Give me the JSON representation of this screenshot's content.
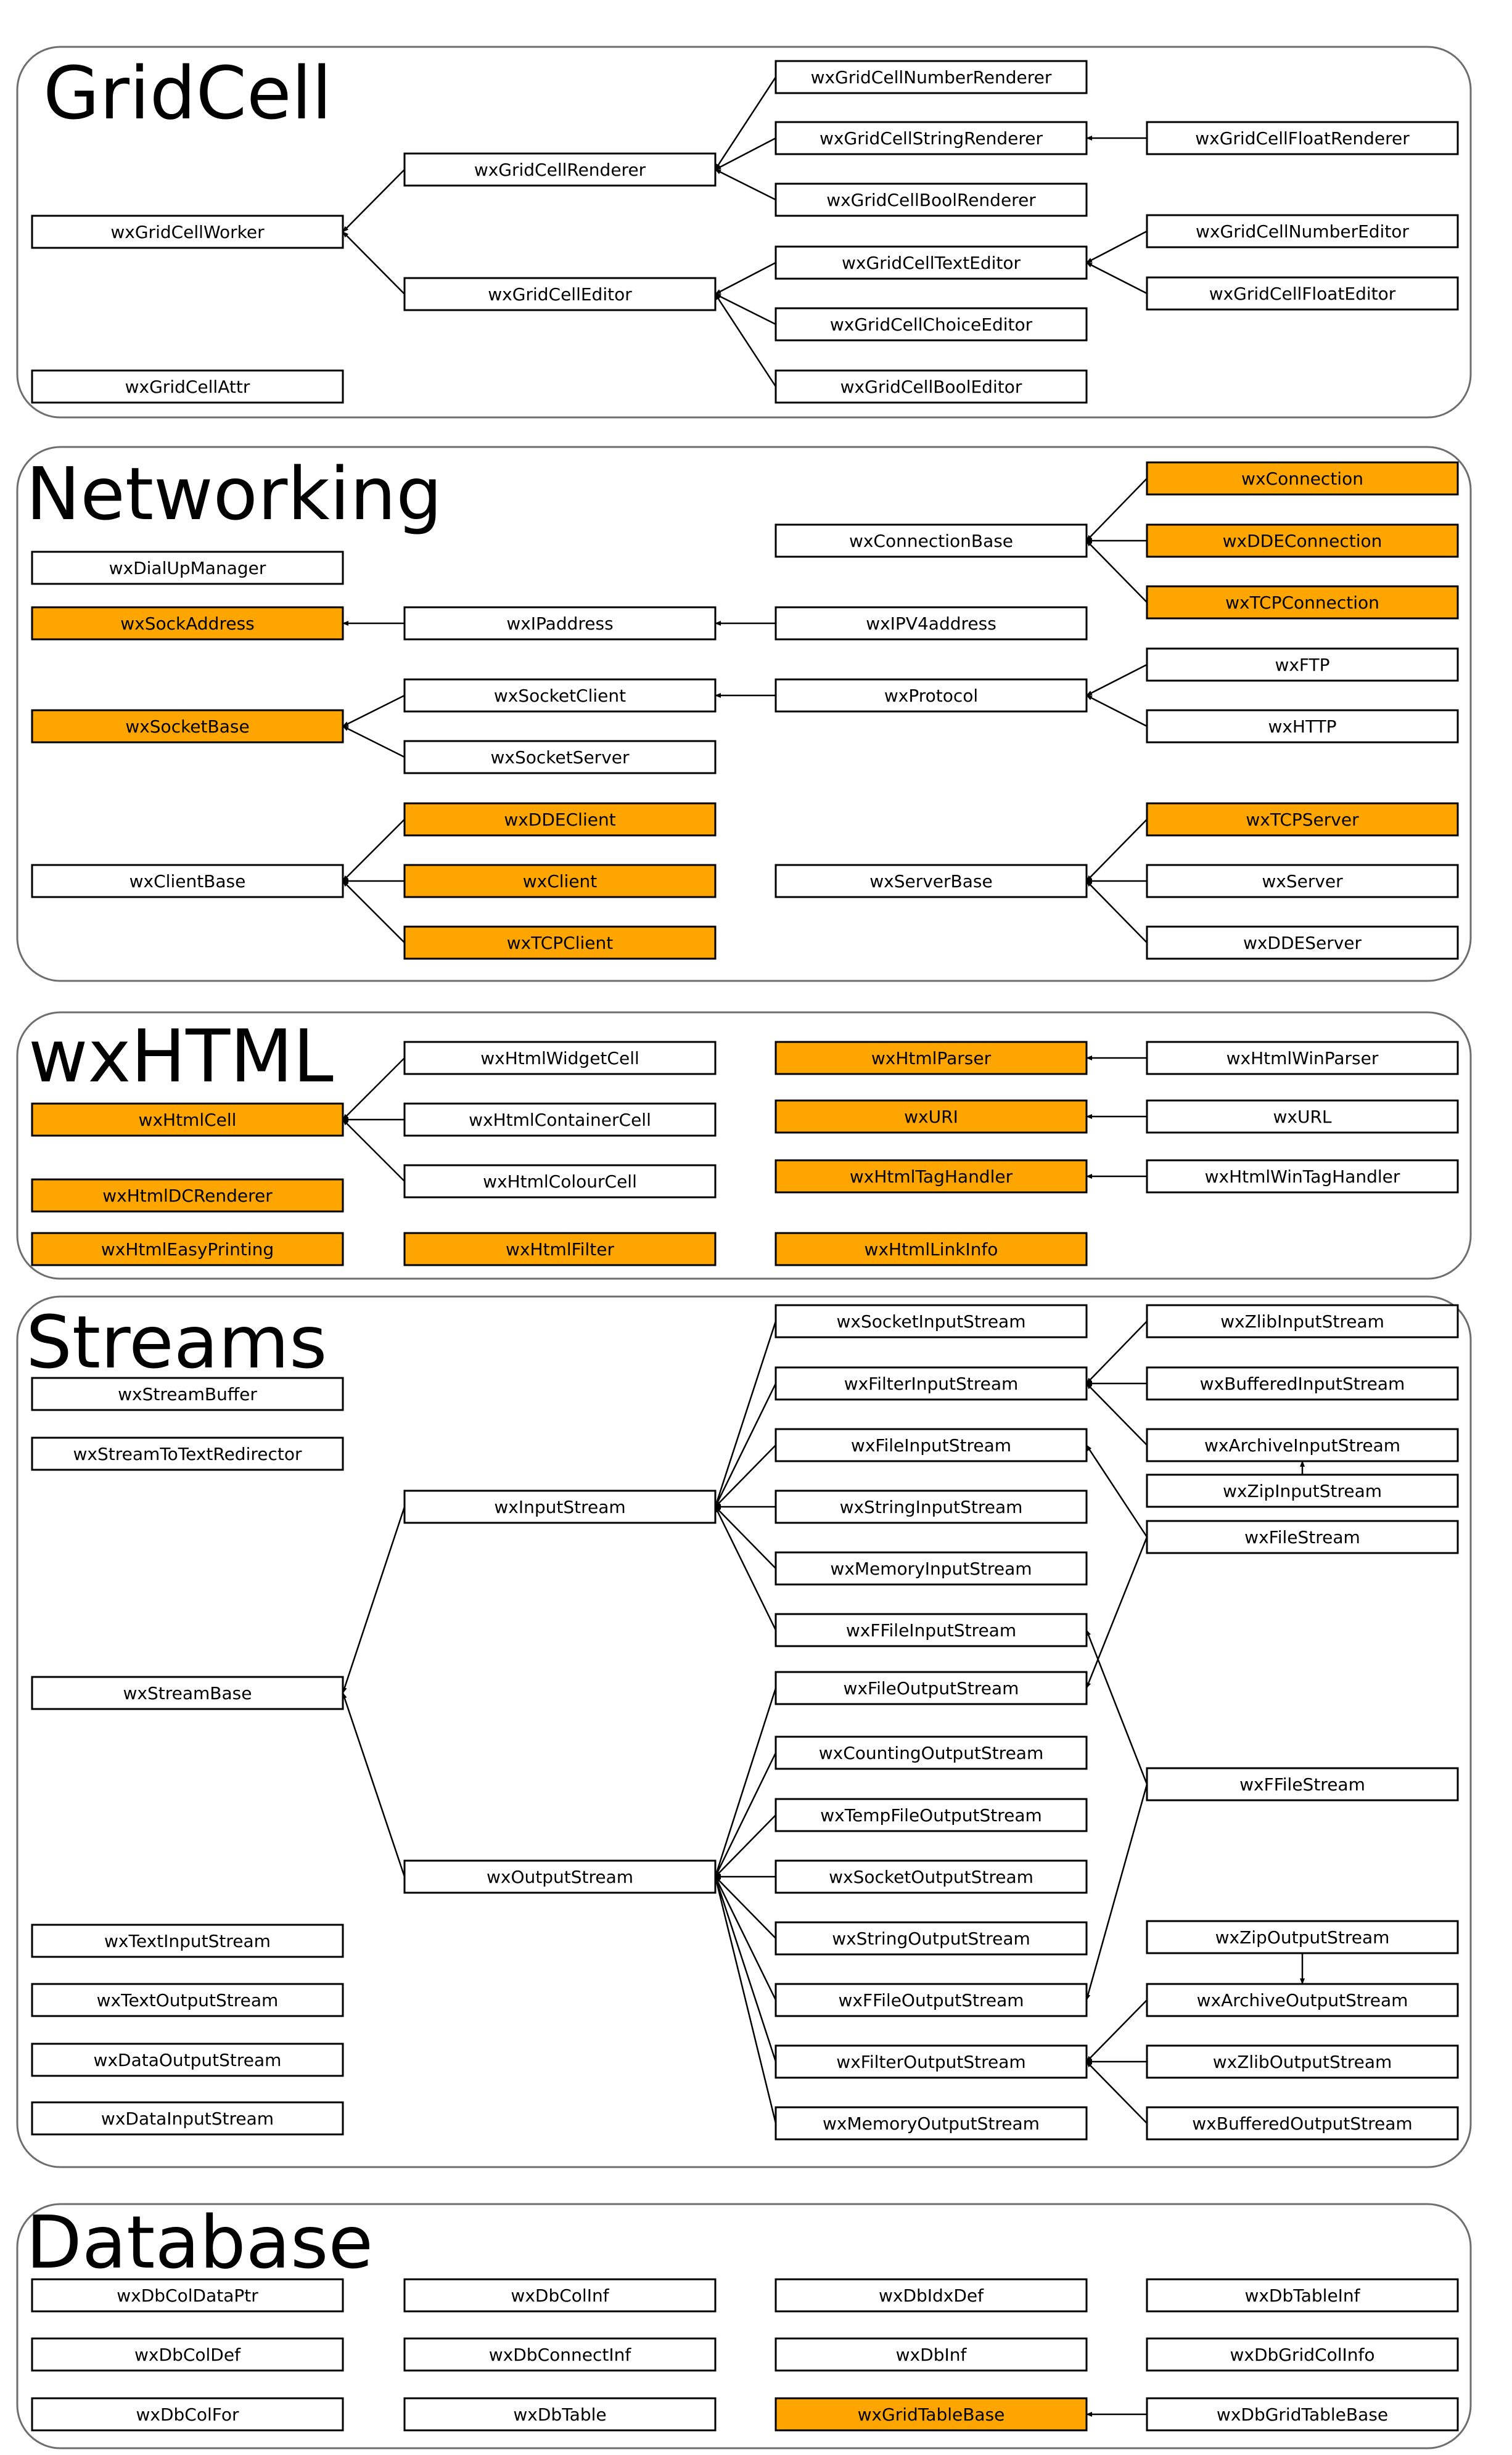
{
  "colors": {
    "highlight": "#FFA500",
    "plain": "#FFFFFF",
    "stroke": "#000000",
    "panel_stroke": "#6e6e6e"
  },
  "sections": [
    {
      "id": "gridcell",
      "title": "GridCell",
      "nodes": [
        {
          "id": "wxGridCellNumberRenderer",
          "label": "wxGridCellNumberRenderer",
          "hl": false
        },
        {
          "id": "wxGridCellRenderer",
          "label": "wxGridCellRenderer",
          "hl": false
        },
        {
          "id": "wxGridCellStringRenderer",
          "label": "wxGridCellStringRenderer",
          "hl": false
        },
        {
          "id": "wxGridCellFloatRenderer",
          "label": "wxGridCellFloatRenderer",
          "hl": false
        },
        {
          "id": "wxGridCellBoolRenderer",
          "label": "wxGridCellBoolRenderer",
          "hl": false
        },
        {
          "id": "wxGridCellWorker",
          "label": "wxGridCellWorker",
          "hl": false
        },
        {
          "id": "wxGridCellNumberEditor",
          "label": "wxGridCellNumberEditor",
          "hl": false
        },
        {
          "id": "wxGridCellTextEditor",
          "label": "wxGridCellTextEditor",
          "hl": false
        },
        {
          "id": "wxGridCellEditor",
          "label": "wxGridCellEditor",
          "hl": false
        },
        {
          "id": "wxGridCellFloatEditor",
          "label": "wxGridCellFloatEditor",
          "hl": false
        },
        {
          "id": "wxGridCellChoiceEditor",
          "label": "wxGridCellChoiceEditor",
          "hl": false
        },
        {
          "id": "wxGridCellAttr",
          "label": "wxGridCellAttr",
          "hl": false
        },
        {
          "id": "wxGridCellBoolEditor",
          "label": "wxGridCellBoolEditor",
          "hl": false
        }
      ]
    },
    {
      "id": "networking",
      "title": "Networking",
      "nodes": [
        {
          "id": "wxConnection",
          "label": "wxConnection",
          "hl": true
        },
        {
          "id": "wxConnectionBase",
          "label": "wxConnectionBase",
          "hl": false
        },
        {
          "id": "wxDDEConnection",
          "label": "wxDDEConnection",
          "hl": true
        },
        {
          "id": "wxDialUpManager",
          "label": "wxDialUpManager",
          "hl": false
        },
        {
          "id": "wxTCPConnection",
          "label": "wxTCPConnection",
          "hl": true
        },
        {
          "id": "wxSockAddress",
          "label": "wxSockAddress",
          "hl": true
        },
        {
          "id": "wxIPaddress",
          "label": "wxIPaddress",
          "hl": false
        },
        {
          "id": "wxIPV4address",
          "label": "wxIPV4address",
          "hl": false
        },
        {
          "id": "wxFTP",
          "label": "wxFTP",
          "hl": false
        },
        {
          "id": "wxSocketClient",
          "label": "wxSocketClient",
          "hl": false
        },
        {
          "id": "wxProtocol",
          "label": "wxProtocol",
          "hl": false
        },
        {
          "id": "wxSocketBase",
          "label": "wxSocketBase",
          "hl": true
        },
        {
          "id": "wxHTTP",
          "label": "wxHTTP",
          "hl": false
        },
        {
          "id": "wxSocketServer",
          "label": "wxSocketServer",
          "hl": false
        },
        {
          "id": "wxDDEClient",
          "label": "wxDDEClient",
          "hl": true
        },
        {
          "id": "wxTCPServer",
          "label": "wxTCPServer",
          "hl": true
        },
        {
          "id": "wxClientBase",
          "label": "wxClientBase",
          "hl": false
        },
        {
          "id": "wxClient",
          "label": "wxClient",
          "hl": true
        },
        {
          "id": "wxServerBase",
          "label": "wxServerBase",
          "hl": false
        },
        {
          "id": "wxServer",
          "label": "wxServer",
          "hl": false
        },
        {
          "id": "wxTCPClient",
          "label": "wxTCPClient",
          "hl": true
        },
        {
          "id": "wxDDEServer",
          "label": "wxDDEServer",
          "hl": false
        }
      ]
    },
    {
      "id": "wxhtml",
      "title": "wxHTML",
      "nodes": [
        {
          "id": "wxHtmlWidgetCell",
          "label": "wxHtmlWidgetCell",
          "hl": false
        },
        {
          "id": "wxHtmlParser",
          "label": "wxHtmlParser",
          "hl": true
        },
        {
          "id": "wxHtmlWinParser",
          "label": "wxHtmlWinParser",
          "hl": false
        },
        {
          "id": "wxHtmlCell",
          "label": "wxHtmlCell",
          "hl": true
        },
        {
          "id": "wxHtmlContainerCell",
          "label": "wxHtmlContainerCell",
          "hl": false
        },
        {
          "id": "wxURI",
          "label": "wxURI",
          "hl": true
        },
        {
          "id": "wxURL",
          "label": "wxURL",
          "hl": false
        },
        {
          "id": "wxHtmlColourCell",
          "label": "wxHtmlColourCell",
          "hl": false
        },
        {
          "id": "wxHtmlTagHandler",
          "label": "wxHtmlTagHandler",
          "hl": true
        },
        {
          "id": "wxHtmlWinTagHandler",
          "label": "wxHtmlWinTagHandler",
          "hl": false
        },
        {
          "id": "wxHtmlDCRenderer",
          "label": "wxHtmlDCRenderer",
          "hl": true
        },
        {
          "id": "wxHtmlEasyPrinting",
          "label": "wxHtmlEasyPrinting",
          "hl": true
        },
        {
          "id": "wxHtmlFilter",
          "label": "wxHtmlFilter",
          "hl": true
        },
        {
          "id": "wxHtmlLinkInfo",
          "label": "wxHtmlLinkInfo",
          "hl": true
        }
      ]
    },
    {
      "id": "streams",
      "title": "Streams",
      "nodes": [
        {
          "id": "wxSocketInputStream",
          "label": "wxSocketInputStream",
          "hl": false
        },
        {
          "id": "wxZlibInputStream",
          "label": "wxZlibInputStream",
          "hl": false
        },
        {
          "id": "wxStreamBuffer",
          "label": "wxStreamBuffer",
          "hl": false
        },
        {
          "id": "wxFilterInputStream",
          "label": "wxFilterInputStream",
          "hl": false
        },
        {
          "id": "wxBufferedInputStream",
          "label": "wxBufferedInputStream",
          "hl": false
        },
        {
          "id": "wxStreamToTextRedirector",
          "label": "wxStreamToTextRedirector",
          "hl": false
        },
        {
          "id": "wxFileInputStream",
          "label": "wxFileInputStream",
          "hl": false
        },
        {
          "id": "wxArchiveInputStream",
          "label": "wxArchiveInputStream",
          "hl": false
        },
        {
          "id": "wxZipInputStream",
          "label": "wxZipInputStream",
          "hl": false
        },
        {
          "id": "wxInputStream",
          "label": "wxInputStream",
          "hl": false
        },
        {
          "id": "wxStringInputStream",
          "label": "wxStringInputStream",
          "hl": false
        },
        {
          "id": "wxFileStream",
          "label": "wxFileStream",
          "hl": false
        },
        {
          "id": "wxMemoryInputStream",
          "label": "wxMemoryInputStream",
          "hl": false
        },
        {
          "id": "wxFFileInputStream",
          "label": "wxFFileInputStream",
          "hl": false
        },
        {
          "id": "wxFileOutputStream",
          "label": "wxFileOutputStream",
          "hl": false
        },
        {
          "id": "wxStreamBase",
          "label": "wxStreamBase",
          "hl": false
        },
        {
          "id": "wxCountingOutputStream",
          "label": "wxCountingOutputStream",
          "hl": false
        },
        {
          "id": "wxFFileStream",
          "label": "wxFFileStream",
          "hl": false
        },
        {
          "id": "wxTempFileOutputStream",
          "label": "wxTempFileOutputStream",
          "hl": false
        },
        {
          "id": "wxOutputStream",
          "label": "wxOutputStream",
          "hl": false
        },
        {
          "id": "wxSocketOutputStream",
          "label": "wxSocketOutputStream",
          "hl": false
        },
        {
          "id": "wxTextInputStream",
          "label": "wxTextInputStream",
          "hl": false
        },
        {
          "id": "wxStringOutputStream",
          "label": "wxStringOutputStream",
          "hl": false
        },
        {
          "id": "wxZipOutputStream",
          "label": "wxZipOutputStream",
          "hl": false
        },
        {
          "id": "wxTextOutputStream",
          "label": "wxTextOutputStream",
          "hl": false
        },
        {
          "id": "wxFFileOutputStream",
          "label": "wxFFileOutputStream",
          "hl": false
        },
        {
          "id": "wxArchiveOutputStream",
          "label": "wxArchiveOutputStream",
          "hl": false
        },
        {
          "id": "wxDataOutputStream",
          "label": "wxDataOutputStream",
          "hl": false
        },
        {
          "id": "wxFilterOutputStream",
          "label": "wxFilterOutputStream",
          "hl": false
        },
        {
          "id": "wxZlibOutputStream",
          "label": "wxZlibOutputStream",
          "hl": false
        },
        {
          "id": "wxDataInputStream",
          "label": "wxDataInputStream",
          "hl": false
        },
        {
          "id": "wxMemoryOutputStream",
          "label": "wxMemoryOutputStream",
          "hl": false
        },
        {
          "id": "wxBufferedOutputStream",
          "label": "wxBufferedOutputStream",
          "hl": false
        }
      ]
    },
    {
      "id": "database",
      "title": "Database",
      "nodes": [
        {
          "id": "wxDbColDataPtr",
          "label": "wxDbColDataPtr",
          "hl": false
        },
        {
          "id": "wxDbColInf",
          "label": "wxDbColInf",
          "hl": false
        },
        {
          "id": "wxDbIdxDef",
          "label": "wxDbIdxDef",
          "hl": false
        },
        {
          "id": "wxDbTableInf",
          "label": "wxDbTableInf",
          "hl": false
        },
        {
          "id": "wxDbColDef",
          "label": "wxDbColDef",
          "hl": false
        },
        {
          "id": "wxDbConnectInf",
          "label": "wxDbConnectInf",
          "hl": false
        },
        {
          "id": "wxDbInf",
          "label": "wxDbInf",
          "hl": false
        },
        {
          "id": "wxDbGridColInfo",
          "label": "wxDbGridColInfo",
          "hl": false
        },
        {
          "id": "wxDbColFor",
          "label": "wxDbColFor",
          "hl": false
        },
        {
          "id": "wxDbTable",
          "label": "wxDbTable",
          "hl": false
        },
        {
          "id": "wxGridTableBase",
          "label": "wxGridTableBase",
          "hl": true
        },
        {
          "id": "wxDbGridTableBase",
          "label": "wxDbGridTableBase",
          "hl": false
        }
      ]
    }
  ],
  "edges": [
    {
      "from": "wxGridCellNumberRenderer",
      "to": "wxGridCellRenderer"
    },
    {
      "from": "wxGridCellStringRenderer",
      "to": "wxGridCellRenderer"
    },
    {
      "from": "wxGridCellBoolRenderer",
      "to": "wxGridCellRenderer"
    },
    {
      "from": "wxGridCellFloatRenderer",
      "to": "wxGridCellStringRenderer"
    },
    {
      "from": "wxGridCellRenderer",
      "to": "wxGridCellWorker"
    },
    {
      "from": "wxGridCellEditor",
      "to": "wxGridCellWorker"
    },
    {
      "from": "wxGridCellTextEditor",
      "to": "wxGridCellEditor"
    },
    {
      "from": "wxGridCellChoiceEditor",
      "to": "wxGridCellEditor"
    },
    {
      "from": "wxGridCellBoolEditor",
      "to": "wxGridCellEditor"
    },
    {
      "from": "wxGridCellNumberEditor",
      "to": "wxGridCellTextEditor"
    },
    {
      "from": "wxGridCellFloatEditor",
      "to": "wxGridCellTextEditor"
    },
    {
      "from": "wxConnection",
      "to": "wxConnectionBase"
    },
    {
      "from": "wxDDEConnection",
      "to": "wxConnectionBase"
    },
    {
      "from": "wxTCPConnection",
      "to": "wxConnectionBase"
    },
    {
      "from": "wxIPaddress",
      "to": "wxSockAddress"
    },
    {
      "from": "wxIPV4address",
      "to": "wxIPaddress"
    },
    {
      "from": "wxProtocol",
      "to": "wxSocketClient"
    },
    {
      "from": "wxFTP",
      "to": "wxProtocol"
    },
    {
      "from": "wxHTTP",
      "to": "wxProtocol"
    },
    {
      "from": "wxSocketClient",
      "to": "wxSocketBase"
    },
    {
      "from": "wxSocketServer",
      "to": "wxSocketBase"
    },
    {
      "from": "wxDDEClient",
      "to": "wxClientBase"
    },
    {
      "from": "wxClient",
      "to": "wxClientBase"
    },
    {
      "from": "wxTCPClient",
      "to": "wxClientBase"
    },
    {
      "from": "wxTCPServer",
      "to": "wxServerBase"
    },
    {
      "from": "wxServer",
      "to": "wxServerBase"
    },
    {
      "from": "wxDDEServer",
      "to": "wxServerBase"
    },
    {
      "from": "wxHtmlWidgetCell",
      "to": "wxHtmlCell"
    },
    {
      "from": "wxHtmlContainerCell",
      "to": "wxHtmlCell"
    },
    {
      "from": "wxHtmlColourCell",
      "to": "wxHtmlCell"
    },
    {
      "from": "wxHtmlWinParser",
      "to": "wxHtmlParser"
    },
    {
      "from": "wxURL",
      "to": "wxURI"
    },
    {
      "from": "wxHtmlWinTagHandler",
      "to": "wxHtmlTagHandler"
    },
    {
      "from": "wxSocketInputStream",
      "to": "wxInputStream"
    },
    {
      "from": "wxFilterInputStream",
      "to": "wxInputStream"
    },
    {
      "from": "wxFileInputStream",
      "to": "wxInputStream"
    },
    {
      "from": "wxStringInputStream",
      "to": "wxInputStream"
    },
    {
      "from": "wxMemoryInputStream",
      "to": "wxInputStream"
    },
    {
      "from": "wxFFileInputStream",
      "to": "wxInputStream"
    },
    {
      "from": "wxZlibInputStream",
      "to": "wxFilterInputStream"
    },
    {
      "from": "wxBufferedInputStream",
      "to": "wxFilterInputStream"
    },
    {
      "from": "wxArchiveInputStream",
      "to": "wxFilterInputStream"
    },
    {
      "from": "wxZipInputStream",
      "to": "wxArchiveInputStream"
    },
    {
      "from": "wxFileStream",
      "to": "wxFileInputStream"
    },
    {
      "from": "wxFileStream",
      "to": "wxFileOutputStream"
    },
    {
      "from": "wxFFileStream",
      "to": "wxFFileInputStream"
    },
    {
      "from": "wxFFileStream",
      "to": "wxFFileOutputStream"
    },
    {
      "from": "wxInputStream",
      "to": "wxStreamBase"
    },
    {
      "from": "wxOutputStream",
      "to": "wxStreamBase"
    },
    {
      "from": "wxFileOutputStream",
      "to": "wxOutputStream"
    },
    {
      "from": "wxCountingOutputStream",
      "to": "wxOutputStream"
    },
    {
      "from": "wxTempFileOutputStream",
      "to": "wxOutputStream"
    },
    {
      "from": "wxSocketOutputStream",
      "to": "wxOutputStream"
    },
    {
      "from": "wxStringOutputStream",
      "to": "wxOutputStream"
    },
    {
      "from": "wxFFileOutputStream",
      "to": "wxOutputStream"
    },
    {
      "from": "wxFilterOutputStream",
      "to": "wxOutputStream"
    },
    {
      "from": "wxMemoryOutputStream",
      "to": "wxOutputStream"
    },
    {
      "from": "wxZipOutputStream",
      "to": "wxArchiveOutputStream"
    },
    {
      "from": "wxArchiveOutputStream",
      "to": "wxFilterOutputStream"
    },
    {
      "from": "wxZlibOutputStream",
      "to": "wxFilterOutputStream"
    },
    {
      "from": "wxBufferedOutputStream",
      "to": "wxFilterOutputStream"
    },
    {
      "from": "wxDbGridTableBase",
      "to": "wxGridTableBase"
    }
  ]
}
